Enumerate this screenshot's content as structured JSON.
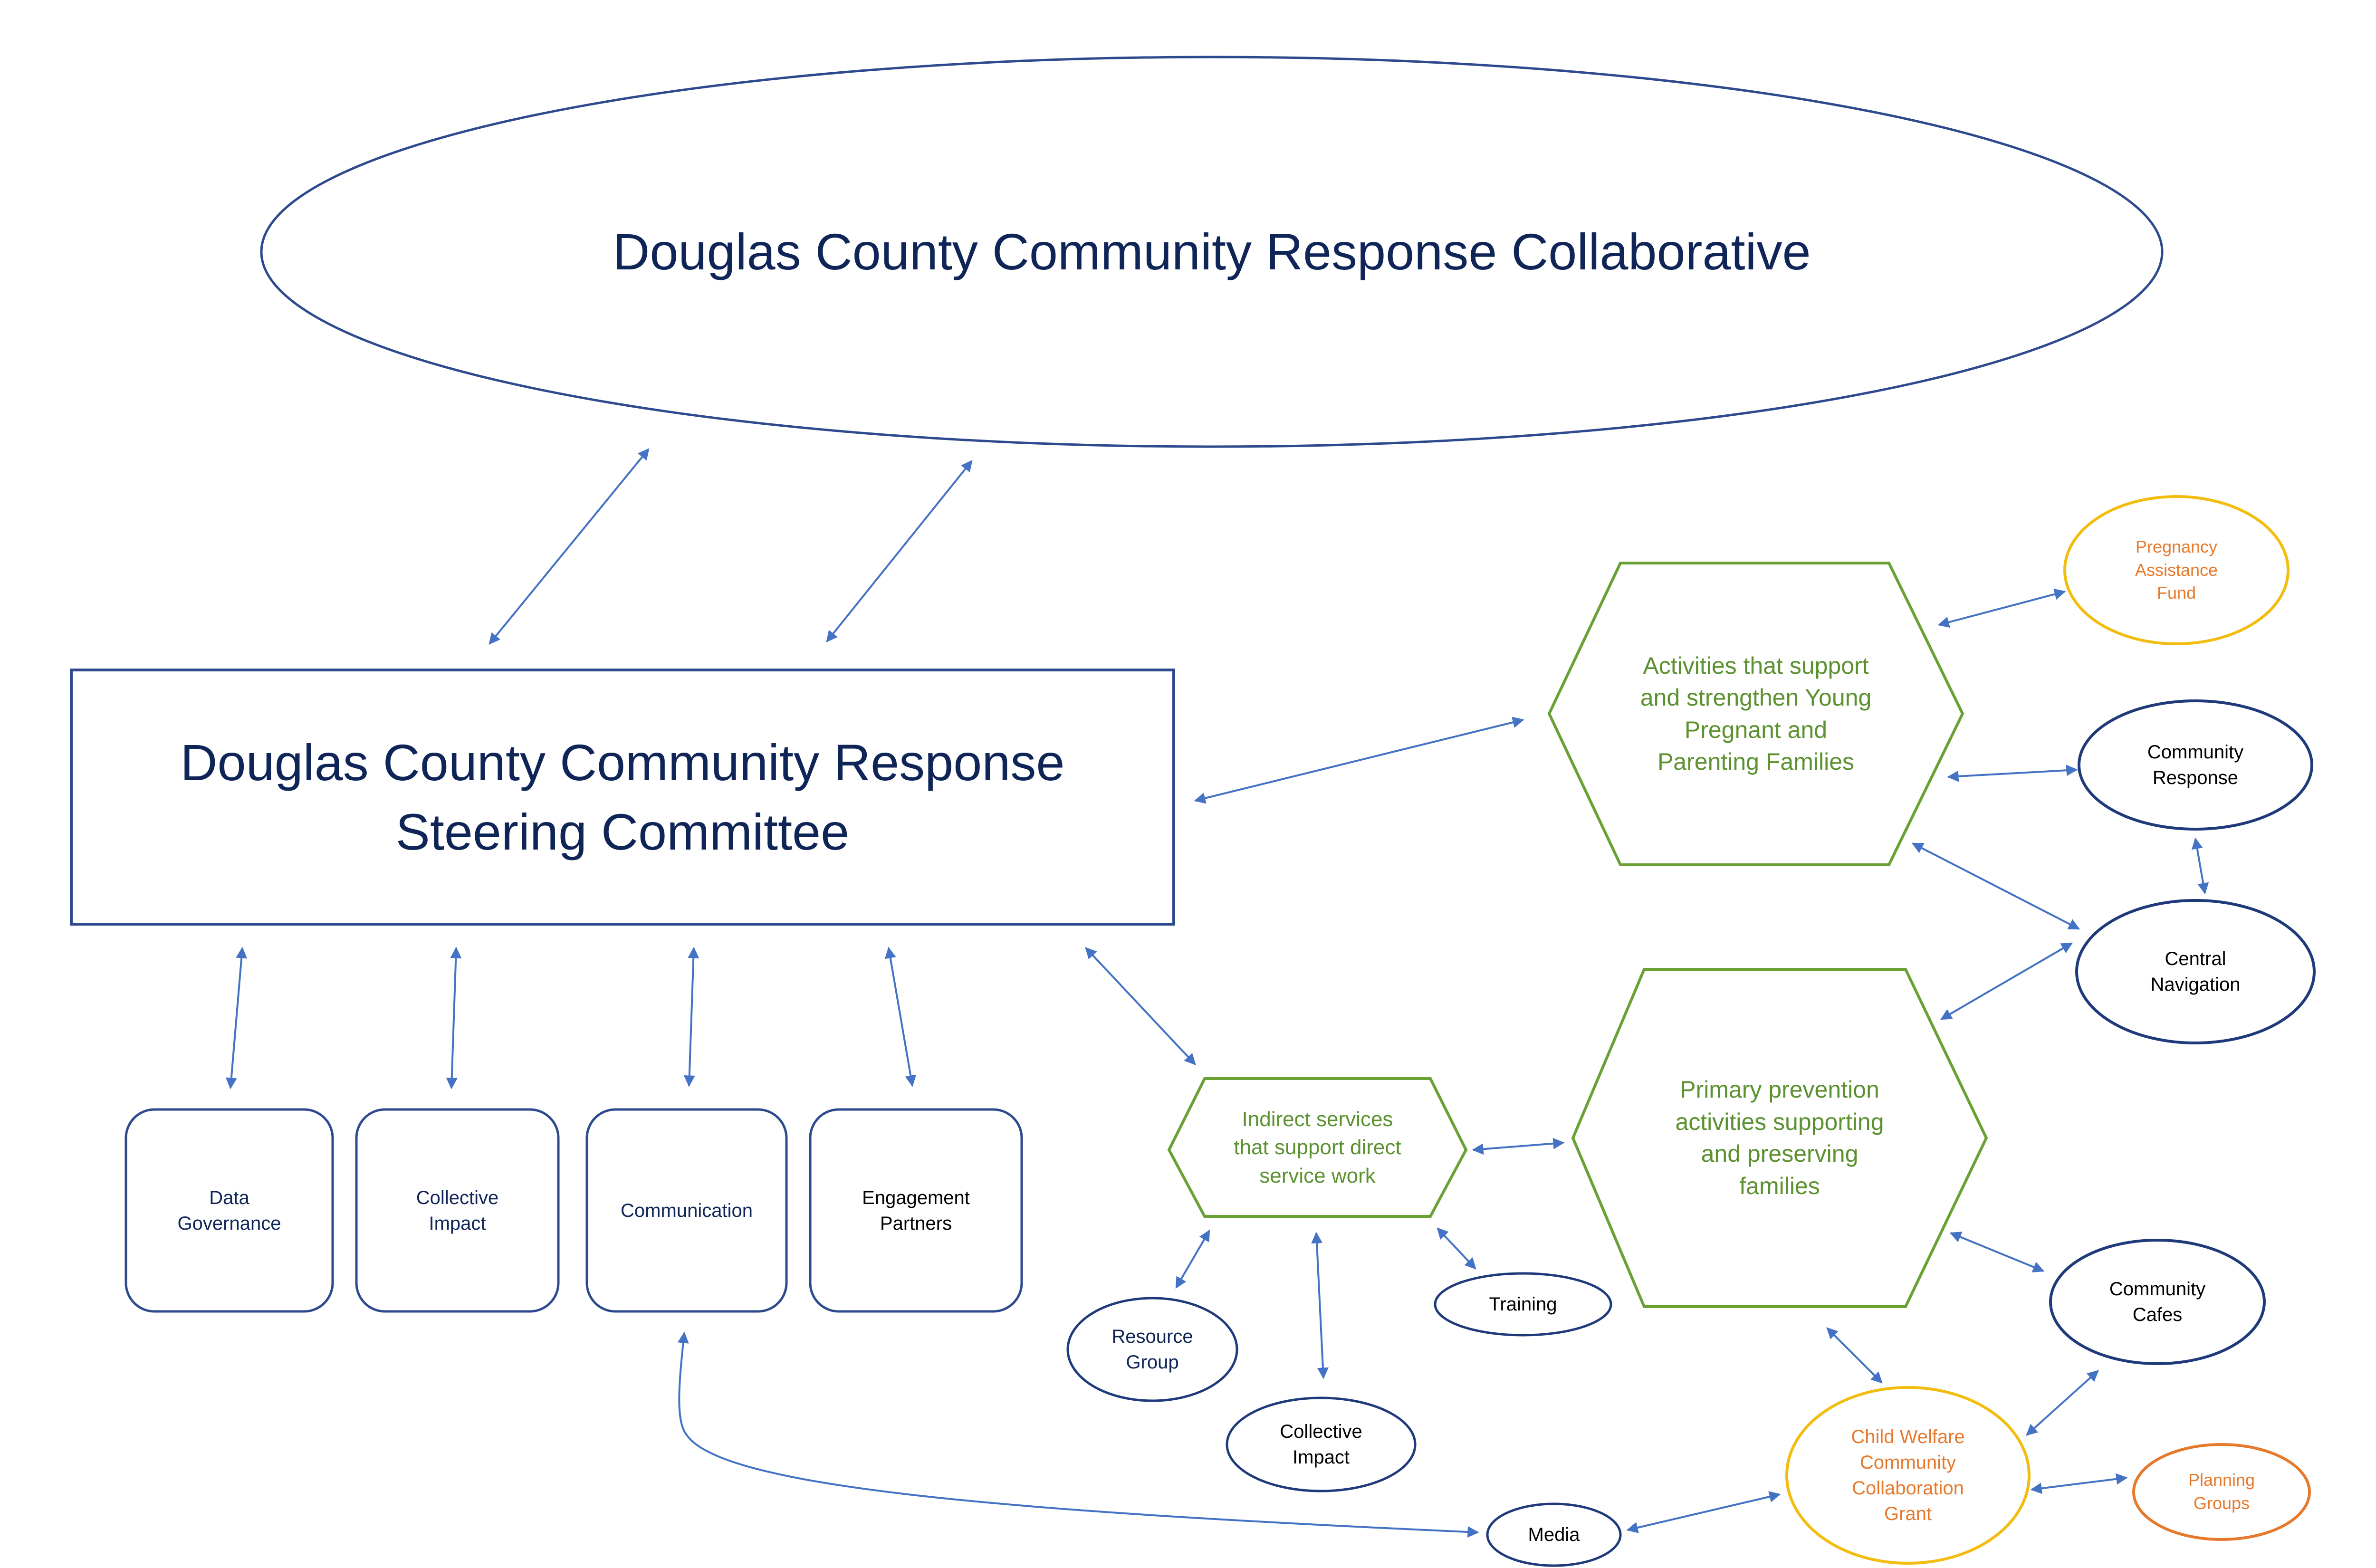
{
  "diagram": {
    "collaborative": {
      "label": "Douglas County Community Response Collaborative"
    },
    "steering_committee": {
      "label": "Douglas County Community Response\nSteering Committee"
    },
    "subcommittees": [
      {
        "id": "data-governance",
        "label": "Data\nGovernance"
      },
      {
        "id": "collective-impact",
        "label": "Collective\nImpact"
      },
      {
        "id": "communication",
        "label": "Communication"
      },
      {
        "id": "engagement-partners",
        "label": "Engagement\nPartners"
      }
    ],
    "hexagons": {
      "young_families": {
        "label": "Activities that support\nand strengthen Young\nPregnant and\nParenting Families"
      },
      "primary_prevention": {
        "label": "Primary prevention\nactivities supporting\nand preserving\nfamilies"
      },
      "indirect_services": {
        "label": "Indirect services\nthat support direct\nservice work"
      }
    },
    "circles": {
      "pregnancy_fund": {
        "label": "Pregnancy\nAssistance\nFund"
      },
      "community_response": {
        "label": "Community\nResponse"
      },
      "central_navigation": {
        "label": "Central\nNavigation"
      },
      "community_cafes": {
        "label": "Community\nCafes"
      },
      "cw_grant": {
        "label": "Child Welfare\nCommunity\nCollaboration\nGrant"
      },
      "planning_groups": {
        "label": "Planning\nGroups"
      },
      "resource_group": {
        "label": "Resource\nGroup"
      },
      "training": {
        "label": "Training"
      },
      "collective_impact_ind": {
        "label": "Collective\nImpact"
      },
      "media": {
        "label": "Media"
      }
    },
    "colors": {
      "navy": "#0f2557",
      "blue_outline": "#2e4a8f",
      "green": "#6aa136",
      "orange": "#e6792c",
      "gold": "#f2bd0f",
      "arrow": "#4472c4"
    }
  }
}
